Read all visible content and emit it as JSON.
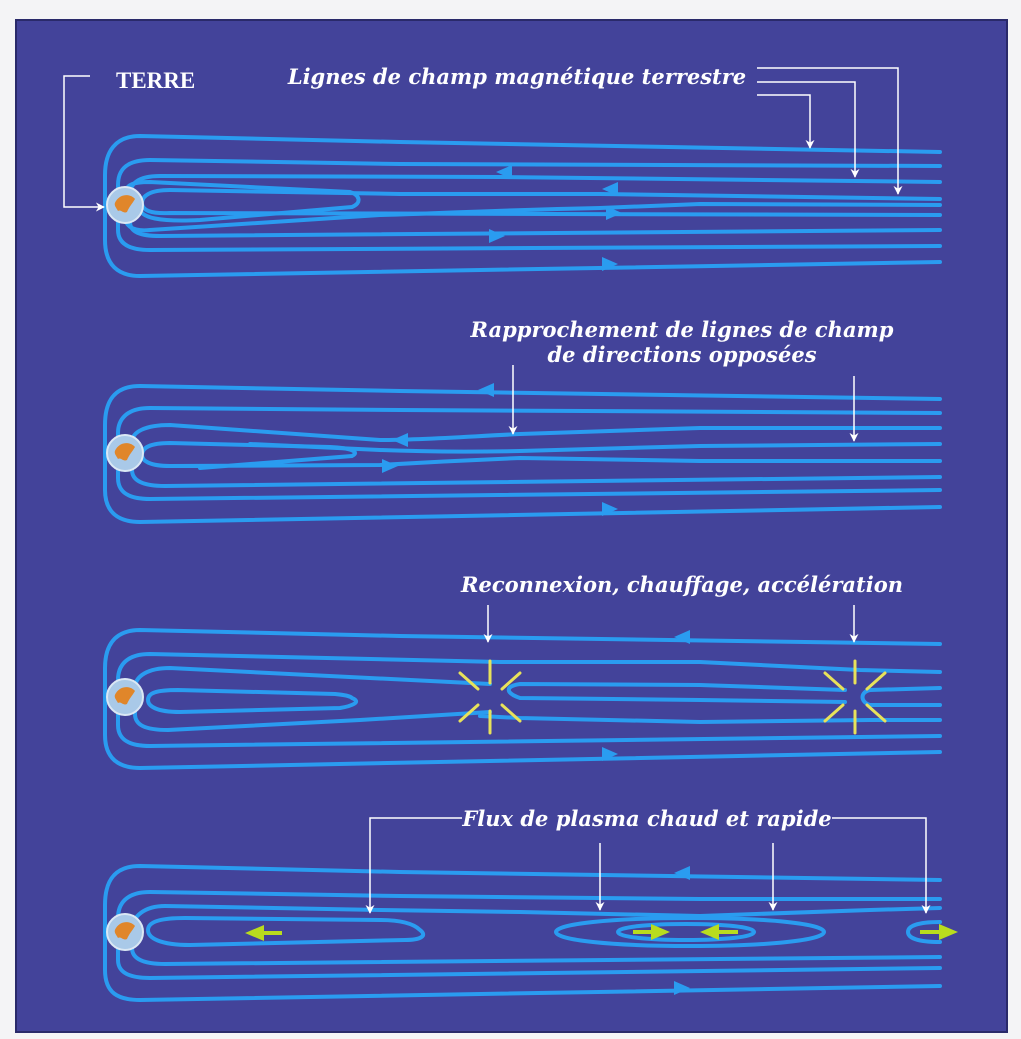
{
  "colors": {
    "background": "#43439a",
    "field_line": "#2a9cf0",
    "pointer": "#ffffff",
    "reconnection_mark": "#e8e25a",
    "plasma_arrow": "#b9dc1e",
    "earth_ocean": "#a9c9e8",
    "earth_land": "#e0862a"
  },
  "labels": {
    "earth": "TERRE",
    "panel1": "Lignes de champ magnétique terrestre",
    "panel2_line1": "Rapprochement de lignes de champ",
    "panel2_line2": "de directions opposées",
    "panel3": "Reconnexion, chauffage, accélération",
    "panel4": "Flux de plasma chaud et rapide"
  },
  "icons": {
    "earth": "earth-globe-icon",
    "field_direction": "field-direction-arrow-icon",
    "pointer": "white-pointer-arrow-icon",
    "reconnection": "reconnection-star-icon",
    "plasma_flow": "plasma-flow-arrow-icon"
  }
}
